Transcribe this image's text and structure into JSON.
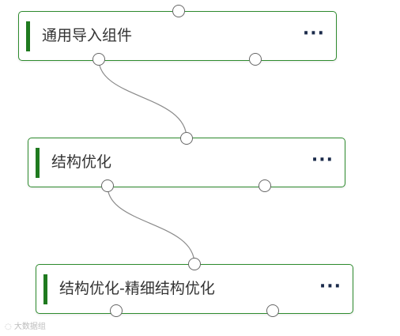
{
  "nodes": [
    {
      "title": "通用导入组件",
      "menu": "···"
    },
    {
      "title": "结构优化",
      "menu": "···"
    },
    {
      "title": "结构优化-精细结构优化",
      "menu": "···"
    }
  ],
  "colors": {
    "node_border": "#2e8b2e",
    "node_bar": "#1f7a1f",
    "edge": "#8a8a8a",
    "port_border": "#666666"
  },
  "watermark": "大数据组"
}
